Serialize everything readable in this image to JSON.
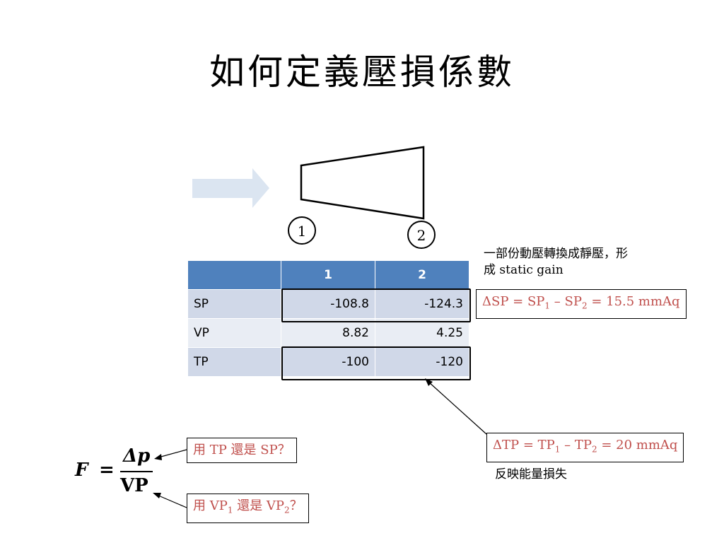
{
  "title": "如何定義壓損係數",
  "diagram": {
    "station1": "1",
    "station2": "2"
  },
  "table": {
    "headers": [
      "",
      "1",
      "2"
    ],
    "rows": [
      {
        "label": "SP",
        "v1": "-108.8",
        "v2": "-124.3"
      },
      {
        "label": "VP",
        "v1": "8.82",
        "v2": "4.25"
      },
      {
        "label": "TP",
        "v1": "-100",
        "v2": "-120"
      }
    ]
  },
  "notes": {
    "static_gain_line1": "一部份動壓轉換成靜壓，形",
    "static_gain_line2": "成  static gain",
    "energy_loss": "反映能量損失"
  },
  "equations": {
    "delta_sp": {
      "a": "ΔSP = SP",
      "s1": "1",
      "b": " – SP",
      "s2": "2",
      "c": " = 15.5 mmAq"
    },
    "delta_tp": {
      "a": "ΔTP = TP",
      "s1": "1",
      "b": " – TP",
      "s2": "2",
      "c": " = 20 mmAq"
    }
  },
  "questions": {
    "tp_or_sp": "用  TP  還是  SP？",
    "vp": {
      "a": "用  VP",
      "s1": "1",
      "b": "  還是  VP",
      "s2": "2",
      "c": "？"
    }
  },
  "formula": {
    "lhs": "F",
    "eq": "=",
    "numerator": "Δp",
    "denominator": "VP"
  },
  "colors": {
    "arrow_fill": "#dbe5f1",
    "header_blue": "#4f81bd",
    "row_odd": "#d0d8e8",
    "row_even": "#e9edf4",
    "red_text": "#c0504d"
  }
}
